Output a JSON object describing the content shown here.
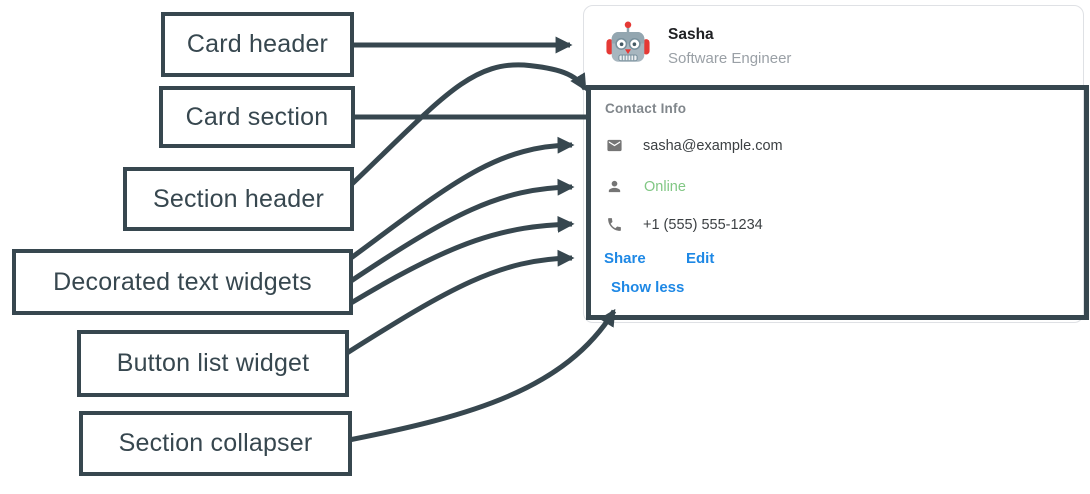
{
  "annotations": {
    "arrow_color": "#37474F",
    "labels": [
      {
        "id": "card-header",
        "text": "Card header"
      },
      {
        "id": "card-section",
        "text": "Card section"
      },
      {
        "id": "section-header",
        "text": "Section header"
      },
      {
        "id": "decorated-text-widgets",
        "text": "Decorated text widgets"
      },
      {
        "id": "button-list-widget",
        "text": "Button list widget"
      },
      {
        "id": "section-collapser",
        "text": "Section collapser"
      }
    ]
  },
  "card": {
    "header": {
      "avatar_icon": "robot-avatar",
      "name": "Sasha",
      "subtitle": "Software Engineer"
    },
    "section": {
      "title": "Contact Info",
      "rows": [
        {
          "icon": "mail-icon",
          "text": "sasha@example.com",
          "text_color": "#3C4043"
        },
        {
          "icon": "person-icon",
          "text": "Online",
          "text_color": "#81C784"
        },
        {
          "icon": "phone-icon",
          "text": "+1 (555) 555-1234",
          "text_color": "#3C4043"
        }
      ],
      "buttons": [
        {
          "label": "Share"
        },
        {
          "label": "Edit"
        }
      ],
      "collapser_label": "Show less"
    },
    "colors": {
      "link_blue": "#1E88E5",
      "online_green": "#81C784",
      "icon_gray": "#757575",
      "muted_gray": "#9AA0A6",
      "text_dark": "#3C4043",
      "card_border": "#DFE1E5"
    }
  }
}
